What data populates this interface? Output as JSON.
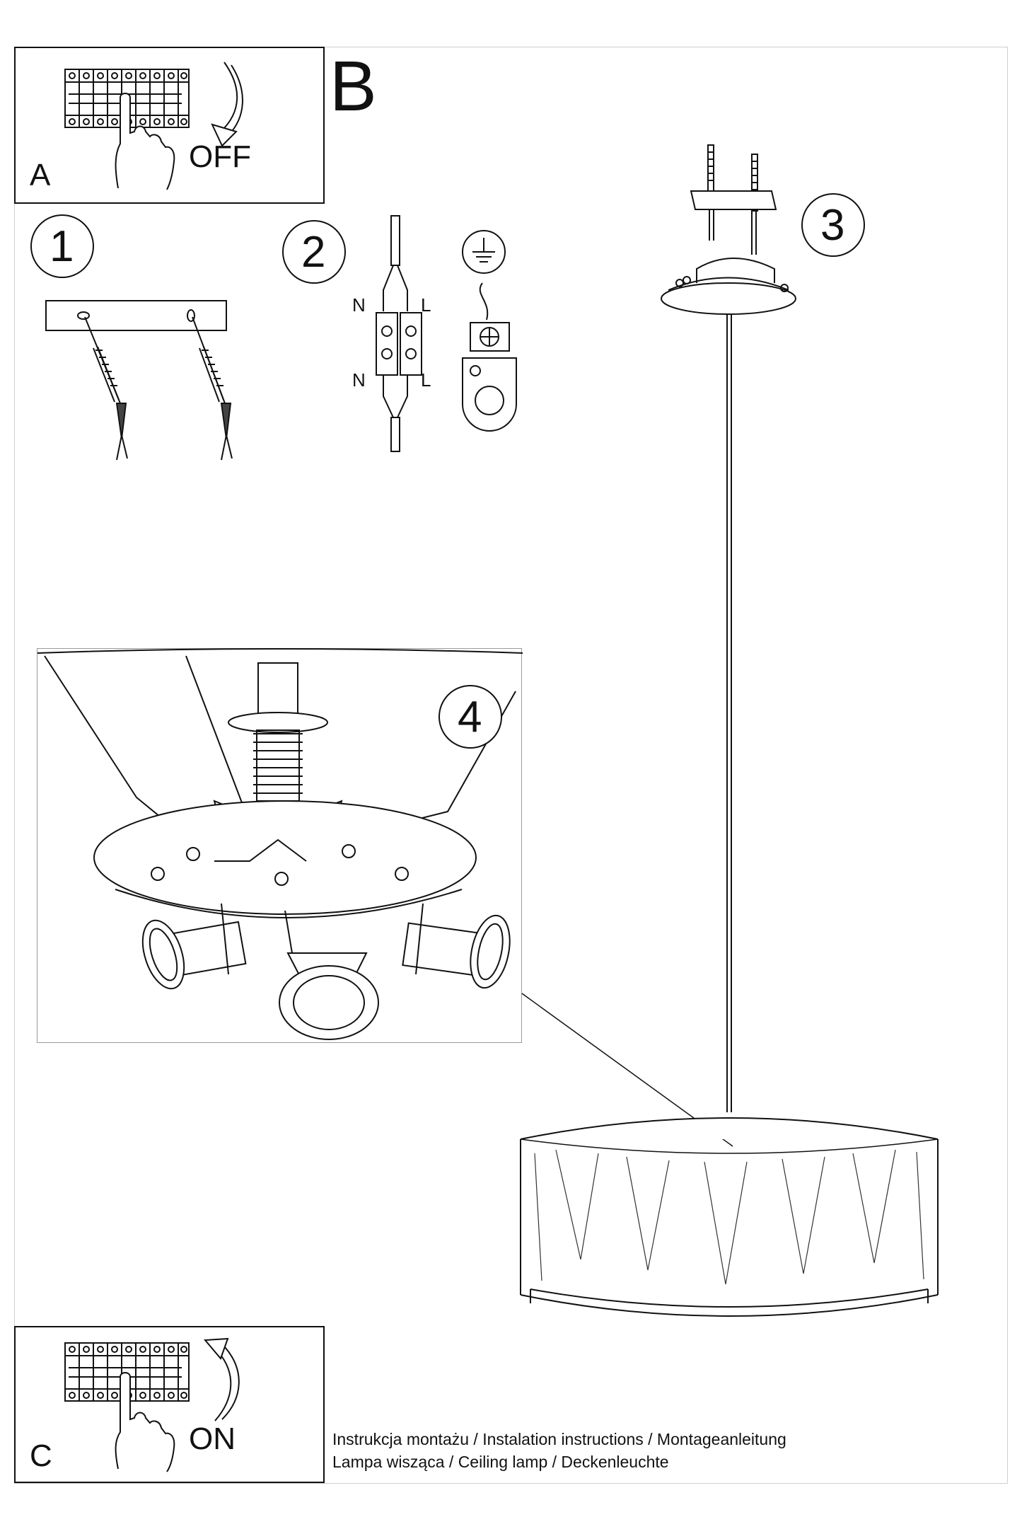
{
  "panel_a": {
    "letter": "A",
    "switch_state": "OFF"
  },
  "label_b": "B",
  "panel_c": {
    "letter": "C",
    "switch_state": "ON"
  },
  "steps": {
    "s1": "1",
    "s2": "2",
    "s3": "3",
    "s4": "4"
  },
  "wiring": {
    "n_top": "N",
    "l_top": "L",
    "n_bottom": "N",
    "l_bottom": "L"
  },
  "caption": {
    "line1": "Instrukcja montażu / Instalation instructions / Montageanleitung",
    "line2": "Lampa wisząca / Ceiling lamp / Deckenleuchte"
  }
}
